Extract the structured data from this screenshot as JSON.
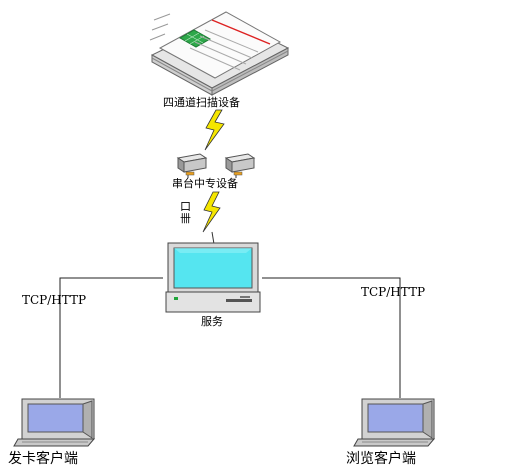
{
  "nodes": {
    "scanner": {
      "label": "四通道扫描设备",
      "icon": "scanner-icon"
    },
    "relay": {
      "label": "串台中专设备",
      "icon": "relay-device-icon",
      "side_glyph": "口\n卌"
    },
    "server": {
      "label": "服务",
      "icon": "server-computer-icon"
    },
    "card_client": {
      "label": "发卡客户端",
      "icon": "laptop-icon"
    },
    "browse_client": {
      "label": "浏览客户端",
      "icon": "laptop-icon"
    }
  },
  "links": {
    "left": {
      "label": "TCP/HTTP"
    },
    "right": {
      "label": "TCP/HTTP"
    }
  },
  "colors": {
    "line": "#222222",
    "bolt": "#f5e600",
    "bolt_stroke": "#333333",
    "monitor_screen": "#55e5f0",
    "laptop_screen": "#9aa8e8"
  }
}
